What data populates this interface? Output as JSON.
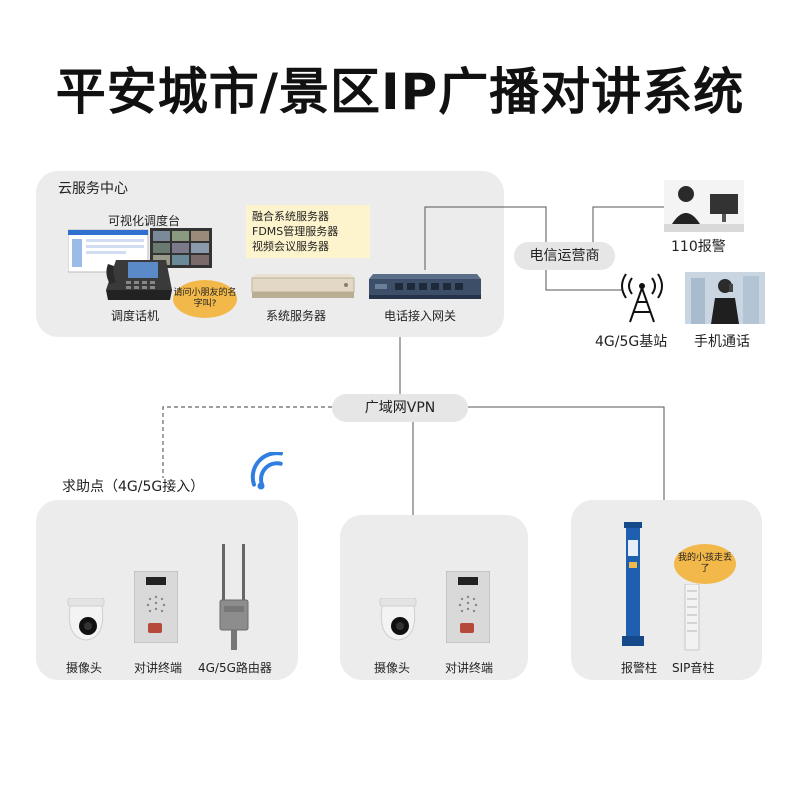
{
  "title": "平安城市/景区IP广播对讲系统",
  "cloud": {
    "heading": "云服务中心",
    "dispatch_console": "可视化调度台",
    "dispatch_phone": "调度话机",
    "phone_bubble": "请问小朋友的名字叫?",
    "server_note_line1": "融合系统服务器",
    "server_note_line2": "FDMS管理服务器",
    "server_note_line3": "视频会议服务器",
    "system_server": "系统服务器",
    "gateway": "电话接入网关"
  },
  "carrier": "电信运营商",
  "police110": "110报警",
  "base_station": "4G/5G基站",
  "mobile_call": "手机通话",
  "wan": "广域网VPN",
  "help_point": "求助点（4G/5G接入）",
  "panel_left": {
    "camera": "摄像头",
    "intercom": "对讲终端",
    "router": "4G/5G路由器"
  },
  "panel_mid": {
    "camera": "摄像头",
    "intercom": "对讲终端"
  },
  "panel_right": {
    "alarm_column": "报警柱",
    "sip_column": "SIP音柱",
    "bubble": "我的小孩走丢了"
  },
  "colors": {
    "panel": "#ececec",
    "bubble": "#f2b84a",
    "wifi": "#2f7fe0",
    "alarm_blue": "#1f5fb0"
  }
}
